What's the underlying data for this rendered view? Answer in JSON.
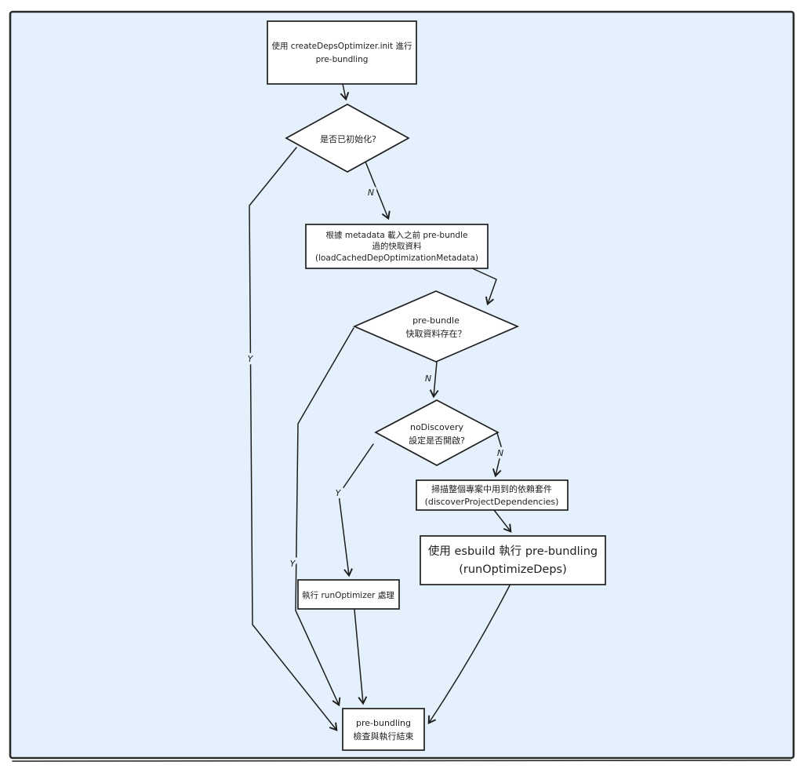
{
  "colors": {
    "background": "#e4f0fb",
    "node_fill": "#ffffff",
    "stroke": "#1e1e1e",
    "highlight": "#f9c4c9"
  },
  "nodes": {
    "init": {
      "line1": "使用 createDepsOptimizer.init 進行",
      "line2": "pre-bundling"
    },
    "is_initialized": {
      "line1": "是否已初始化?"
    },
    "load_cache": {
      "line1": "根據 metadata 載入之前 pre-bundle",
      "line2": "過的快取資料",
      "line3": "(loadCachedDepOptimizationMetadata)"
    },
    "cache_exists": {
      "line1": "pre-bundle",
      "line2": "快取資料存在？"
    },
    "no_discovery": {
      "line1": "noDiscovery",
      "line2": "設定是否開啟?"
    },
    "scan": {
      "line1": "掃描整個專案中用到的依賴套件",
      "line2": "(discoverProjectDependencies)"
    },
    "esbuild": {
      "line1": "使用 esbuild 執行 pre-bundling",
      "line2": "(runOptimizeDeps)"
    },
    "run_optimizer": {
      "line1": "執行 runOptimizer 處理"
    },
    "end": {
      "line1": "pre-bundling",
      "line2": "檢查與執行結束"
    }
  },
  "edge_labels": {
    "init_no": "N",
    "init_yes": "Y",
    "cache_no": "N",
    "cache_yes": "Y",
    "nodiscovery_yes": "Y",
    "nodiscovery_no": "N"
  }
}
